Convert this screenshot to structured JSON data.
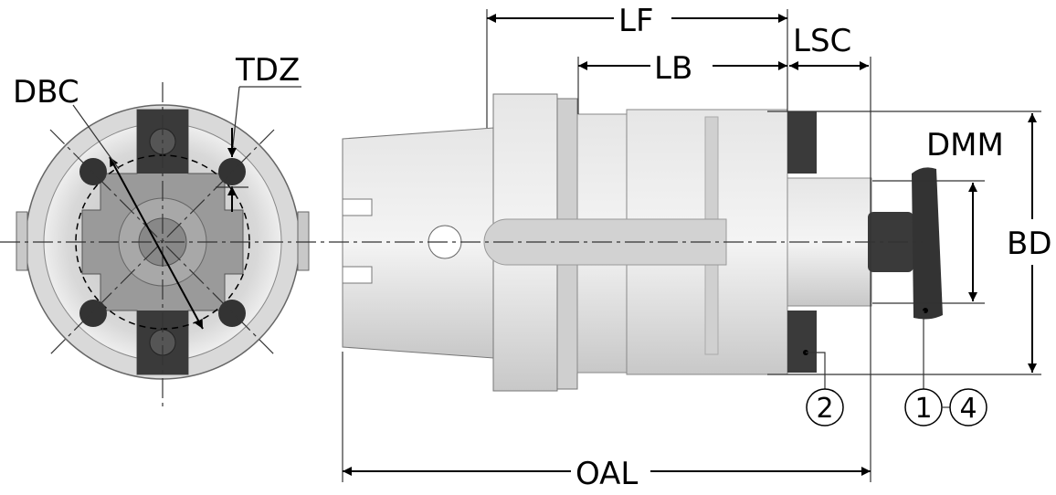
{
  "labels": {
    "lf": "LF",
    "lb": "LB",
    "lsc": "LSC",
    "tdz": "TDZ",
    "dbc": "DBC",
    "dmm": "DMM",
    "bd": "BD",
    "oal": "OAL"
  },
  "callouts": {
    "c2": "2",
    "c1": "1",
    "c4": "4"
  },
  "colors": {
    "dark_part": "#3a3a3a",
    "body": "#d6d6d6",
    "line": "#000000"
  }
}
